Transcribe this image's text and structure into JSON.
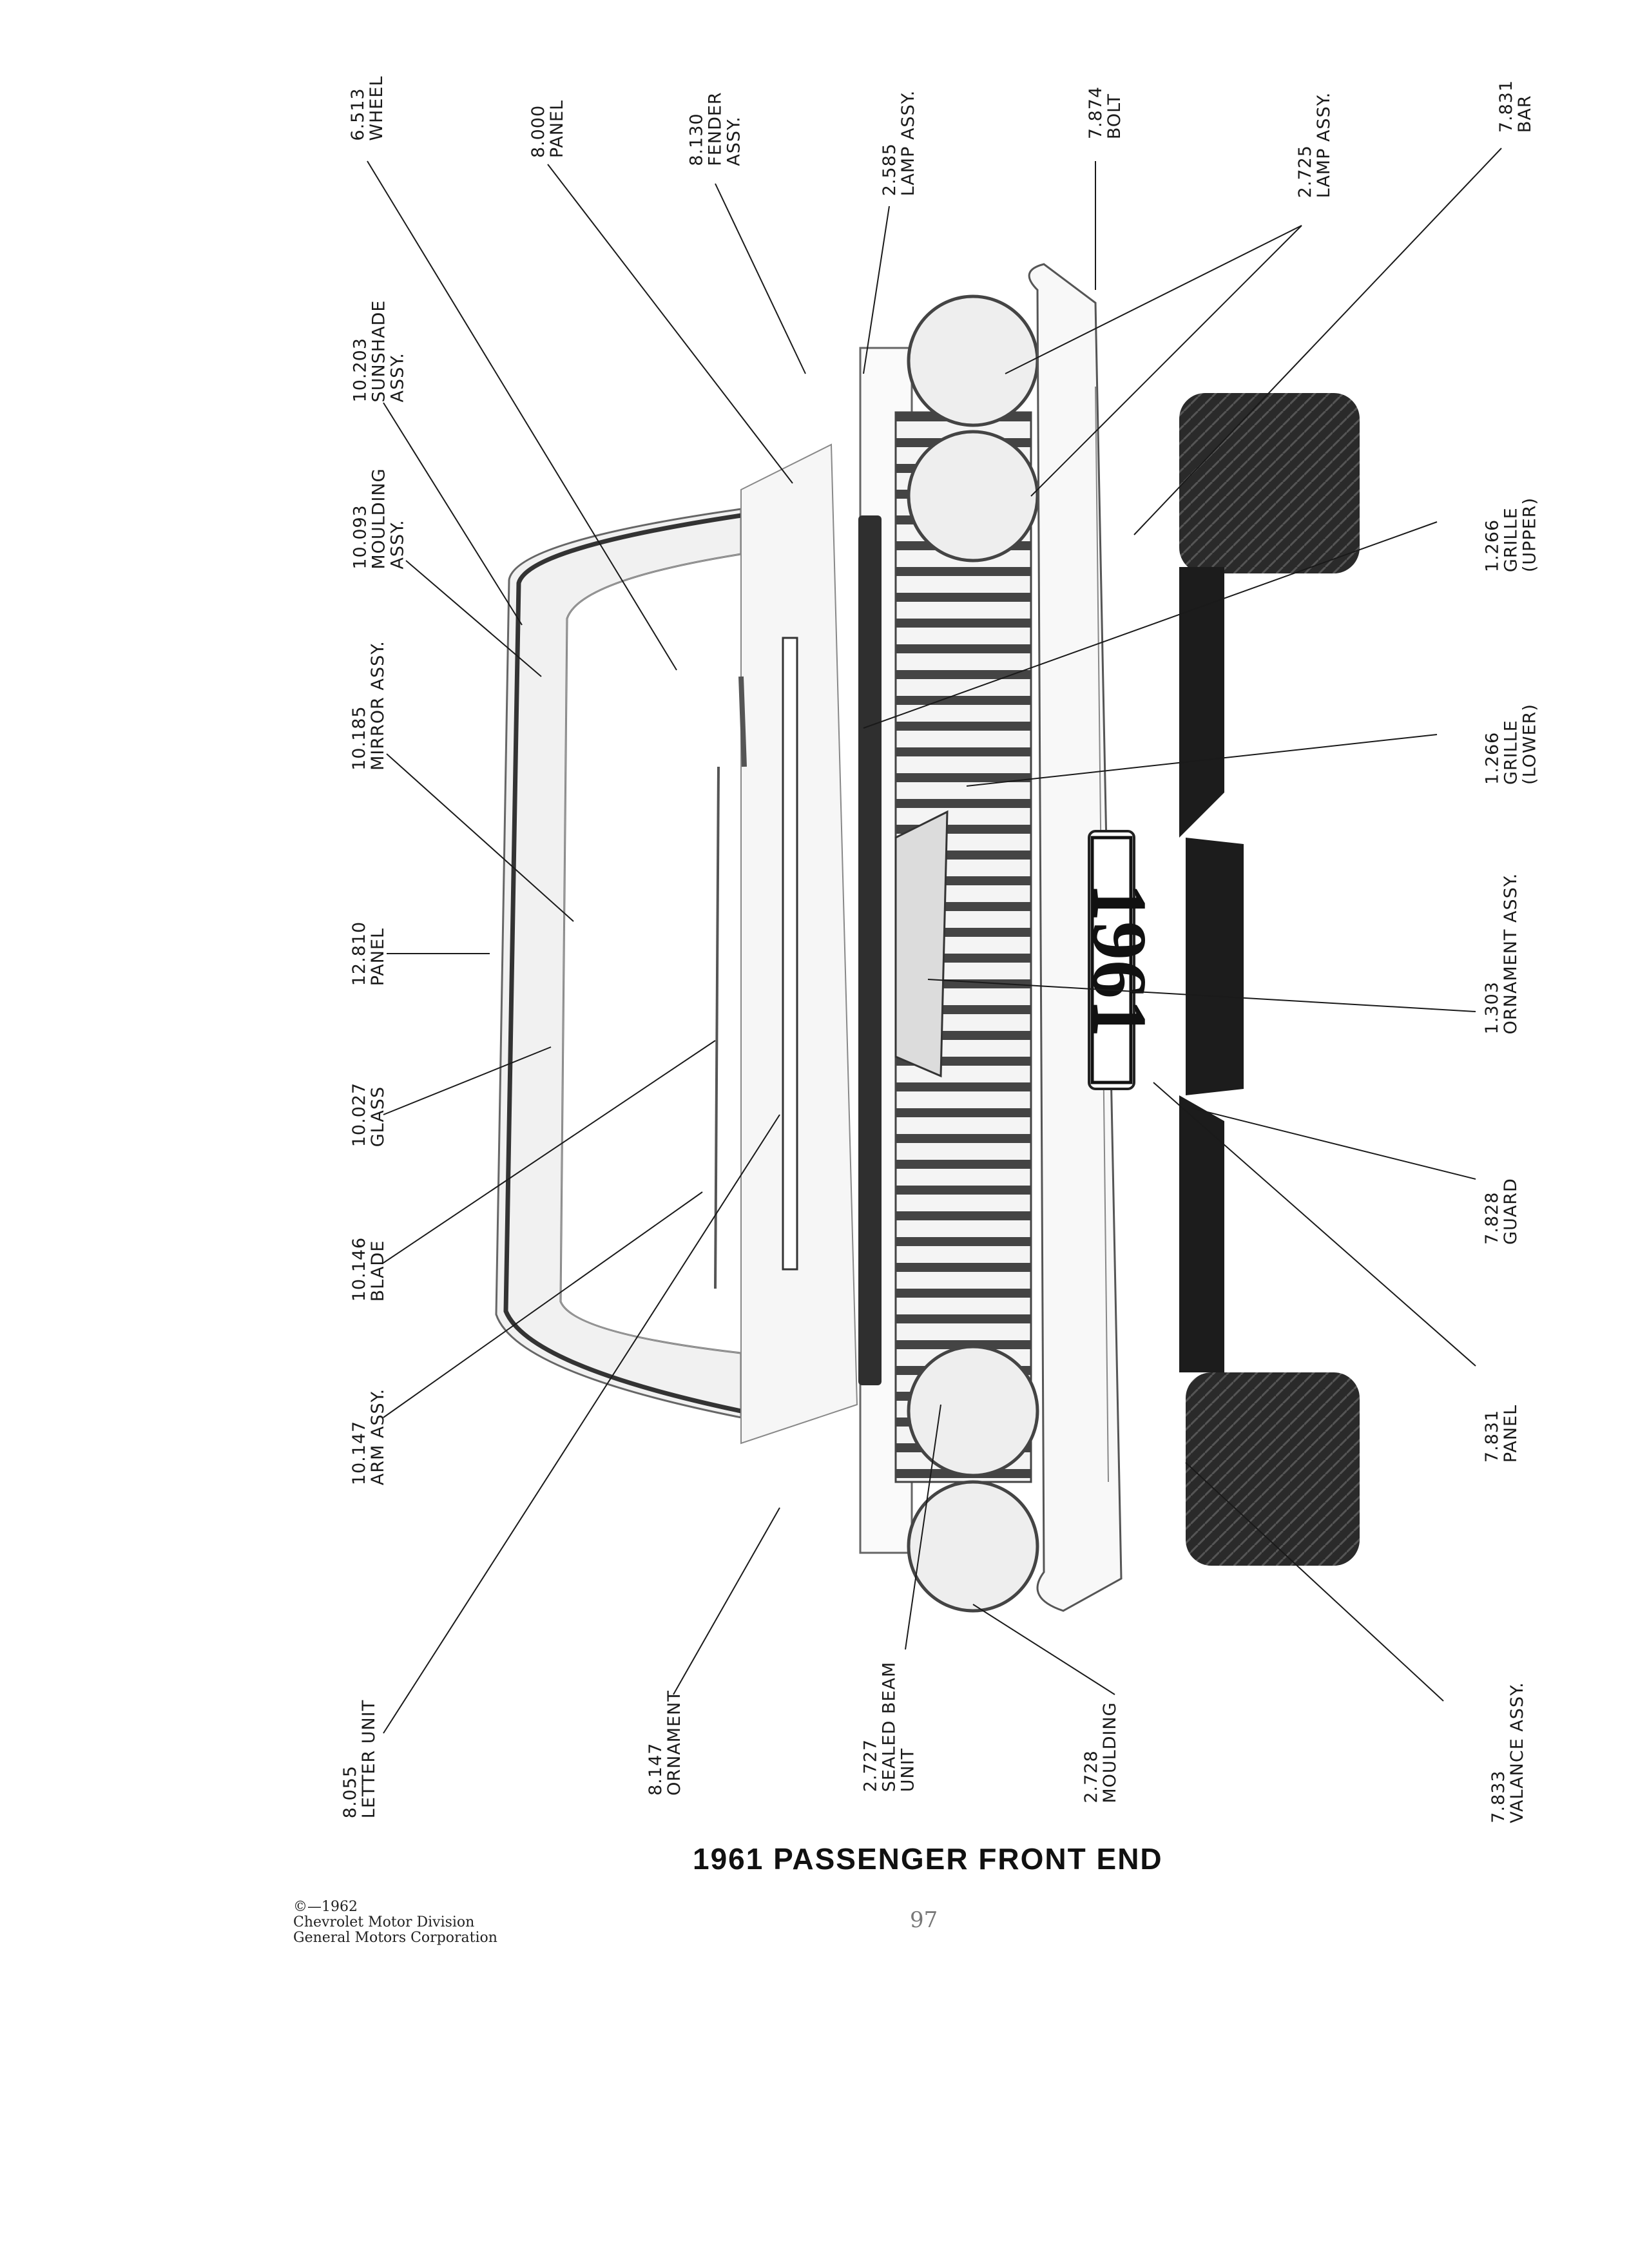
{
  "labels": [
    {
      "id": "wheel",
      "num": "6.513",
      "name": "WHEEL"
    },
    {
      "id": "panel-8000",
      "num": "8.000",
      "name": "PANEL"
    },
    {
      "id": "fender",
      "num": "8.130",
      "name": "FENDER",
      "name2": "ASSY."
    },
    {
      "id": "lamp-2585",
      "num": "2.585",
      "name": "LAMP ASSY."
    },
    {
      "id": "bolt",
      "num": "7.874",
      "name": "BOLT"
    },
    {
      "id": "lamp-2725",
      "num": "2.725",
      "name": "LAMP ASSY."
    },
    {
      "id": "bar",
      "num": "7.831",
      "name": "BAR"
    },
    {
      "id": "sunshade",
      "num": "10.203",
      "name": "SUNSHADE",
      "name2": "ASSY."
    },
    {
      "id": "moulding-10093",
      "num": "10.093",
      "name": "MOULDING",
      "name2": "ASSY."
    },
    {
      "id": "mirror",
      "num": "10.185",
      "name": "MIRROR ASSY."
    },
    {
      "id": "panel-12810",
      "num": "12.810",
      "name": "PANEL"
    },
    {
      "id": "glass",
      "num": "10.027",
      "name": "GLASS"
    },
    {
      "id": "blade",
      "num": "10.146",
      "name": "BLADE"
    },
    {
      "id": "arm",
      "num": "10.147",
      "name": "ARM ASSY."
    },
    {
      "id": "letter-unit",
      "num": "8.055",
      "name": "LETTER UNIT"
    },
    {
      "id": "ornament-8147",
      "num": "8.147",
      "name": "ORNAMENT"
    },
    {
      "id": "sealed-beam",
      "num": "2.727",
      "name": "SEALED BEAM",
      "name2": "UNIT"
    },
    {
      "id": "moulding-2728",
      "num": "2.728",
      "name": "MOULDING"
    },
    {
      "id": "valance",
      "num": "7.833",
      "name": "VALANCE ASSY."
    },
    {
      "id": "panel-7831",
      "num": "7.831",
      "name": "PANEL"
    },
    {
      "id": "guard",
      "num": "7.828",
      "name": "GUARD"
    },
    {
      "id": "ornament-1303",
      "num": "1.303",
      "name": "ORNAMENT ASSY."
    },
    {
      "id": "grille-lower",
      "num": "1.266",
      "name": "GRILLE",
      "name2": "(LOWER)"
    },
    {
      "id": "grille-upper",
      "num": "1.266",
      "name": "GRILLE",
      "name2": "(UPPER)"
    }
  ],
  "license_plate": "1961",
  "caption": "1961 PASSENGER FRONT END",
  "copyright": {
    "line1": "©—1962",
    "line2": "Chevrolet Motor Division",
    "line3": "General Motors Corporation"
  },
  "page_number": "97"
}
